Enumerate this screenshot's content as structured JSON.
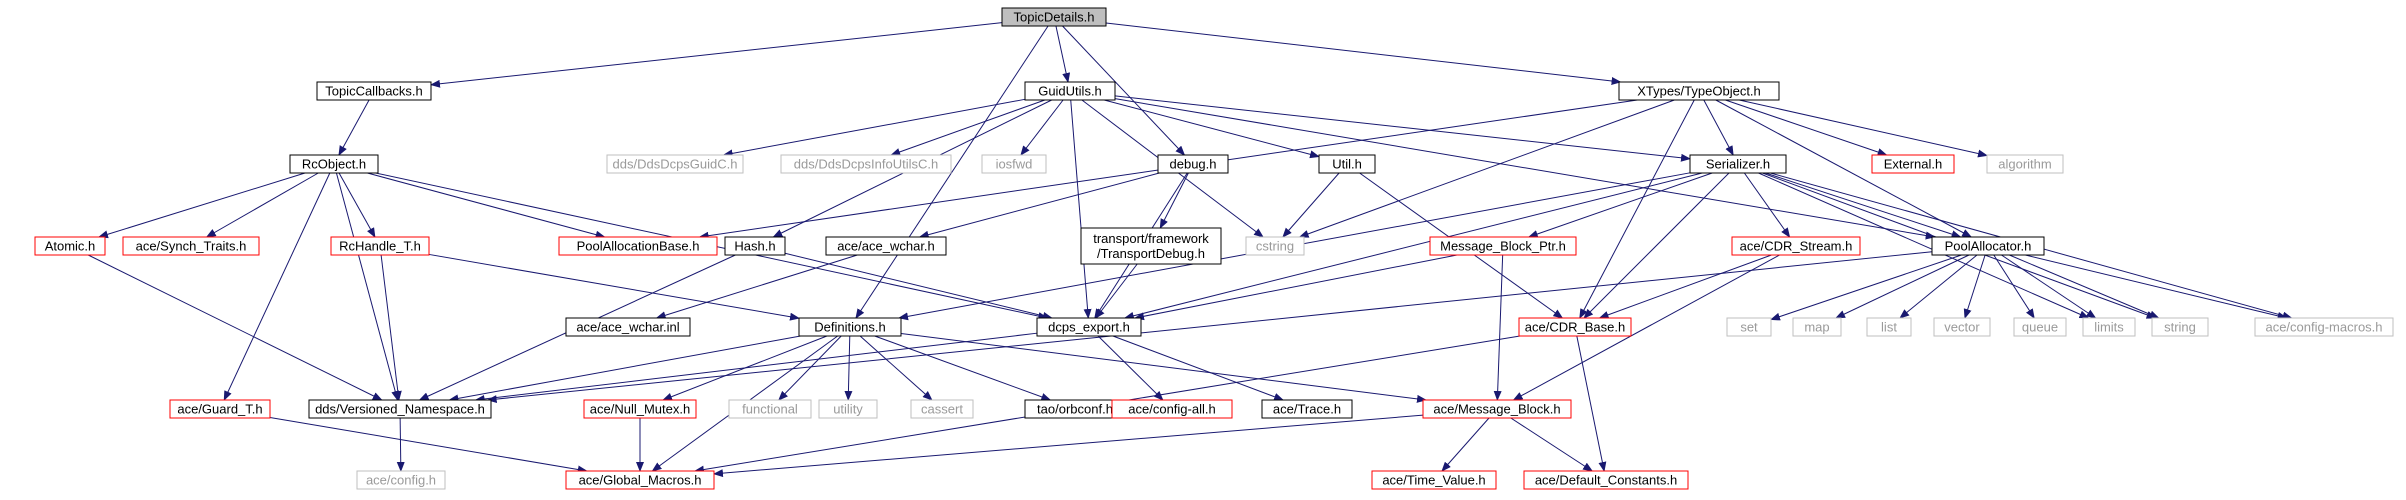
{
  "colors": {
    "edge": "#191970",
    "root_fill": "#bfbfbf",
    "normal_border": "#000000",
    "truncated_border": "#ff0000",
    "external_border": "#bfbfbf",
    "text_normal": "#000000",
    "text_external": "#9a9a9a"
  },
  "nodes": [
    {
      "id": "topicdetails",
      "label": "TopicDetails.h",
      "kind": "root"
    },
    {
      "id": "topiccallbacks",
      "label": "TopicCallbacks.h",
      "kind": "normal"
    },
    {
      "id": "guidutils",
      "label": "GuidUtils.h",
      "kind": "normal"
    },
    {
      "id": "xtypes",
      "label": "XTypes/TypeObject.h",
      "kind": "normal"
    },
    {
      "id": "rcobject",
      "label": "RcObject.h",
      "kind": "normal"
    },
    {
      "id": "ddsguid",
      "label": "dds/DdsDcpsGuidC.h",
      "kind": "external"
    },
    {
      "id": "ddsinfo",
      "label": "dds/DdsDcpsInfoUtilsC.h",
      "kind": "external"
    },
    {
      "id": "iosfwd",
      "label": "iosfwd",
      "kind": "external"
    },
    {
      "id": "debug",
      "label": "debug.h",
      "kind": "normal"
    },
    {
      "id": "util",
      "label": "Util.h",
      "kind": "normal"
    },
    {
      "id": "serializer",
      "label": "Serializer.h",
      "kind": "normal"
    },
    {
      "id": "external",
      "label": "External.h",
      "kind": "truncated"
    },
    {
      "id": "algorithm",
      "label": "algorithm",
      "kind": "external"
    },
    {
      "id": "atomic",
      "label": "Atomic.h",
      "kind": "truncated"
    },
    {
      "id": "synchtraits",
      "label": "ace/Synch_Traits.h",
      "kind": "truncated"
    },
    {
      "id": "rchandle",
      "label": "RcHandle_T.h",
      "kind": "truncated"
    },
    {
      "id": "poolallocbase",
      "label": "PoolAllocationBase.h",
      "kind": "truncated"
    },
    {
      "id": "hash",
      "label": "Hash.h",
      "kind": "normal"
    },
    {
      "id": "cstring",
      "label": "cstring",
      "kind": "external"
    },
    {
      "id": "acewchar",
      "label": "ace/ace_wchar.h",
      "kind": "normal"
    },
    {
      "id": "transportdebug",
      "label": "transport/framework\n/TransportDebug.h",
      "kind": "normal"
    },
    {
      "id": "msgblockptr",
      "label": "Message_Block_Ptr.h",
      "kind": "truncated"
    },
    {
      "id": "cdrstream",
      "label": "ace/CDR_Stream.h",
      "kind": "truncated"
    },
    {
      "id": "poolallocator",
      "label": "PoolAllocator.h",
      "kind": "normal"
    },
    {
      "id": "acewcharinl",
      "label": "ace/ace_wchar.inl",
      "kind": "normal"
    },
    {
      "id": "definitions",
      "label": "Definitions.h",
      "kind": "normal"
    },
    {
      "id": "dcpsexport",
      "label": "dcps_export.h",
      "kind": "normal"
    },
    {
      "id": "cdrbase",
      "label": "ace/CDR_Base.h",
      "kind": "truncated"
    },
    {
      "id": "set",
      "label": "set",
      "kind": "external"
    },
    {
      "id": "map",
      "label": "map",
      "kind": "external"
    },
    {
      "id": "list",
      "label": "list",
      "kind": "external"
    },
    {
      "id": "vector",
      "label": "vector",
      "kind": "external"
    },
    {
      "id": "queue",
      "label": "queue",
      "kind": "external"
    },
    {
      "id": "limits",
      "label": "limits",
      "kind": "external"
    },
    {
      "id": "string",
      "label": "string",
      "kind": "external"
    },
    {
      "id": "configmacros",
      "label": "ace/config-macros.h",
      "kind": "external"
    },
    {
      "id": "guardt",
      "label": "ace/Guard_T.h",
      "kind": "truncated"
    },
    {
      "id": "versionedns",
      "label": "dds/Versioned_Namespace.h",
      "kind": "normal"
    },
    {
      "id": "nullmutex",
      "label": "ace/Null_Mutex.h",
      "kind": "truncated"
    },
    {
      "id": "functional",
      "label": "functional",
      "kind": "external"
    },
    {
      "id": "utility",
      "label": "utility",
      "kind": "external"
    },
    {
      "id": "cassert",
      "label": "cassert",
      "kind": "external"
    },
    {
      "id": "orbconf",
      "label": "tao/orbconf.h",
      "kind": "normal"
    },
    {
      "id": "configall",
      "label": "ace/config-all.h",
      "kind": "truncated"
    },
    {
      "id": "trace",
      "label": "ace/Trace.h",
      "kind": "normal"
    },
    {
      "id": "msgblock",
      "label": "ace/Message_Block.h",
      "kind": "truncated"
    },
    {
      "id": "config",
      "label": "ace/config.h",
      "kind": "external"
    },
    {
      "id": "globalmacros",
      "label": "ace/Global_Macros.h",
      "kind": "truncated"
    },
    {
      "id": "timevalue",
      "label": "ace/Time_Value.h",
      "kind": "truncated"
    },
    {
      "id": "defaultconst",
      "label": "ace/Default_Constants.h",
      "kind": "truncated"
    }
  ],
  "edges": [
    [
      "topicdetails",
      "topiccallbacks"
    ],
    [
      "topicdetails",
      "guidutils"
    ],
    [
      "topicdetails",
      "xtypes"
    ],
    [
      "topicdetails",
      "debug"
    ],
    [
      "topicdetails",
      "definitions"
    ],
    [
      "topiccallbacks",
      "rcobject"
    ],
    [
      "guidutils",
      "ddsguid"
    ],
    [
      "guidutils",
      "ddsinfo"
    ],
    [
      "guidutils",
      "iosfwd"
    ],
    [
      "guidutils",
      "util"
    ],
    [
      "guidutils",
      "serializer"
    ],
    [
      "guidutils",
      "hash"
    ],
    [
      "guidutils",
      "cstring"
    ],
    [
      "guidutils",
      "dcpsexport"
    ],
    [
      "guidutils",
      "poolallocator"
    ],
    [
      "xtypes",
      "external"
    ],
    [
      "xtypes",
      "algorithm"
    ],
    [
      "xtypes",
      "serializer"
    ],
    [
      "xtypes",
      "poolallocbase"
    ],
    [
      "xtypes",
      "cstring"
    ],
    [
      "xtypes",
      "cdrbase"
    ],
    [
      "xtypes",
      "poolallocator"
    ],
    [
      "rcobject",
      "atomic"
    ],
    [
      "rcobject",
      "synchtraits"
    ],
    [
      "rcobject",
      "rchandle"
    ],
    [
      "rcobject",
      "poolallocbase"
    ],
    [
      "rcobject",
      "dcpsexport"
    ],
    [
      "rcobject",
      "guardt"
    ],
    [
      "rcobject",
      "versionedns"
    ],
    [
      "debug",
      "acewchar"
    ],
    [
      "debug",
      "transportdebug"
    ],
    [
      "debug",
      "dcpsexport"
    ],
    [
      "util",
      "cstring"
    ],
    [
      "util",
      "cdrbase"
    ],
    [
      "serializer",
      "msgblockptr"
    ],
    [
      "serializer",
      "cdrstream"
    ],
    [
      "serializer",
      "poolallocator"
    ],
    [
      "serializer",
      "cdrbase"
    ],
    [
      "serializer",
      "dcpsexport"
    ],
    [
      "serializer",
      "definitions"
    ],
    [
      "serializer",
      "limits"
    ],
    [
      "serializer",
      "string"
    ],
    [
      "serializer",
      "configmacros"
    ],
    [
      "atomic",
      "versionedns"
    ],
    [
      "rchandle",
      "definitions"
    ],
    [
      "rchandle",
      "versionedns"
    ],
    [
      "hash",
      "dcpsexport"
    ],
    [
      "hash",
      "versionedns"
    ],
    [
      "acewchar",
      "acewcharinl"
    ],
    [
      "transportdebug",
      "dcpsexport"
    ],
    [
      "msgblockptr",
      "dcpsexport"
    ],
    [
      "msgblockptr",
      "msgblock"
    ],
    [
      "cdrstream",
      "cdrbase"
    ],
    [
      "cdrstream",
      "msgblock"
    ],
    [
      "poolallocator",
      "set"
    ],
    [
      "poolallocator",
      "map"
    ],
    [
      "poolallocator",
      "list"
    ],
    [
      "poolallocator",
      "vector"
    ],
    [
      "poolallocator",
      "queue"
    ],
    [
      "poolallocator",
      "limits"
    ],
    [
      "poolallocator",
      "string"
    ],
    [
      "poolallocator",
      "configmacros"
    ],
    [
      "poolallocator",
      "versionedns"
    ],
    [
      "definitions",
      "versionedns"
    ],
    [
      "definitions",
      "nullmutex"
    ],
    [
      "definitions",
      "functional"
    ],
    [
      "definitions",
      "utility"
    ],
    [
      "definitions",
      "cassert"
    ],
    [
      "definitions",
      "orbconf"
    ],
    [
      "definitions",
      "msgblock"
    ],
    [
      "definitions",
      "globalmacros"
    ],
    [
      "dcpsexport",
      "versionedns"
    ],
    [
      "dcpsexport",
      "configall"
    ],
    [
      "dcpsexport",
      "trace"
    ],
    [
      "cdrbase",
      "globalmacros"
    ],
    [
      "cdrbase",
      "defaultconst"
    ],
    [
      "guardt",
      "globalmacros"
    ],
    [
      "versionedns",
      "config"
    ],
    [
      "nullmutex",
      "globalmacros"
    ],
    [
      "msgblock",
      "globalmacros"
    ],
    [
      "msgblock",
      "timevalue"
    ],
    [
      "msgblock",
      "defaultconst"
    ]
  ]
}
